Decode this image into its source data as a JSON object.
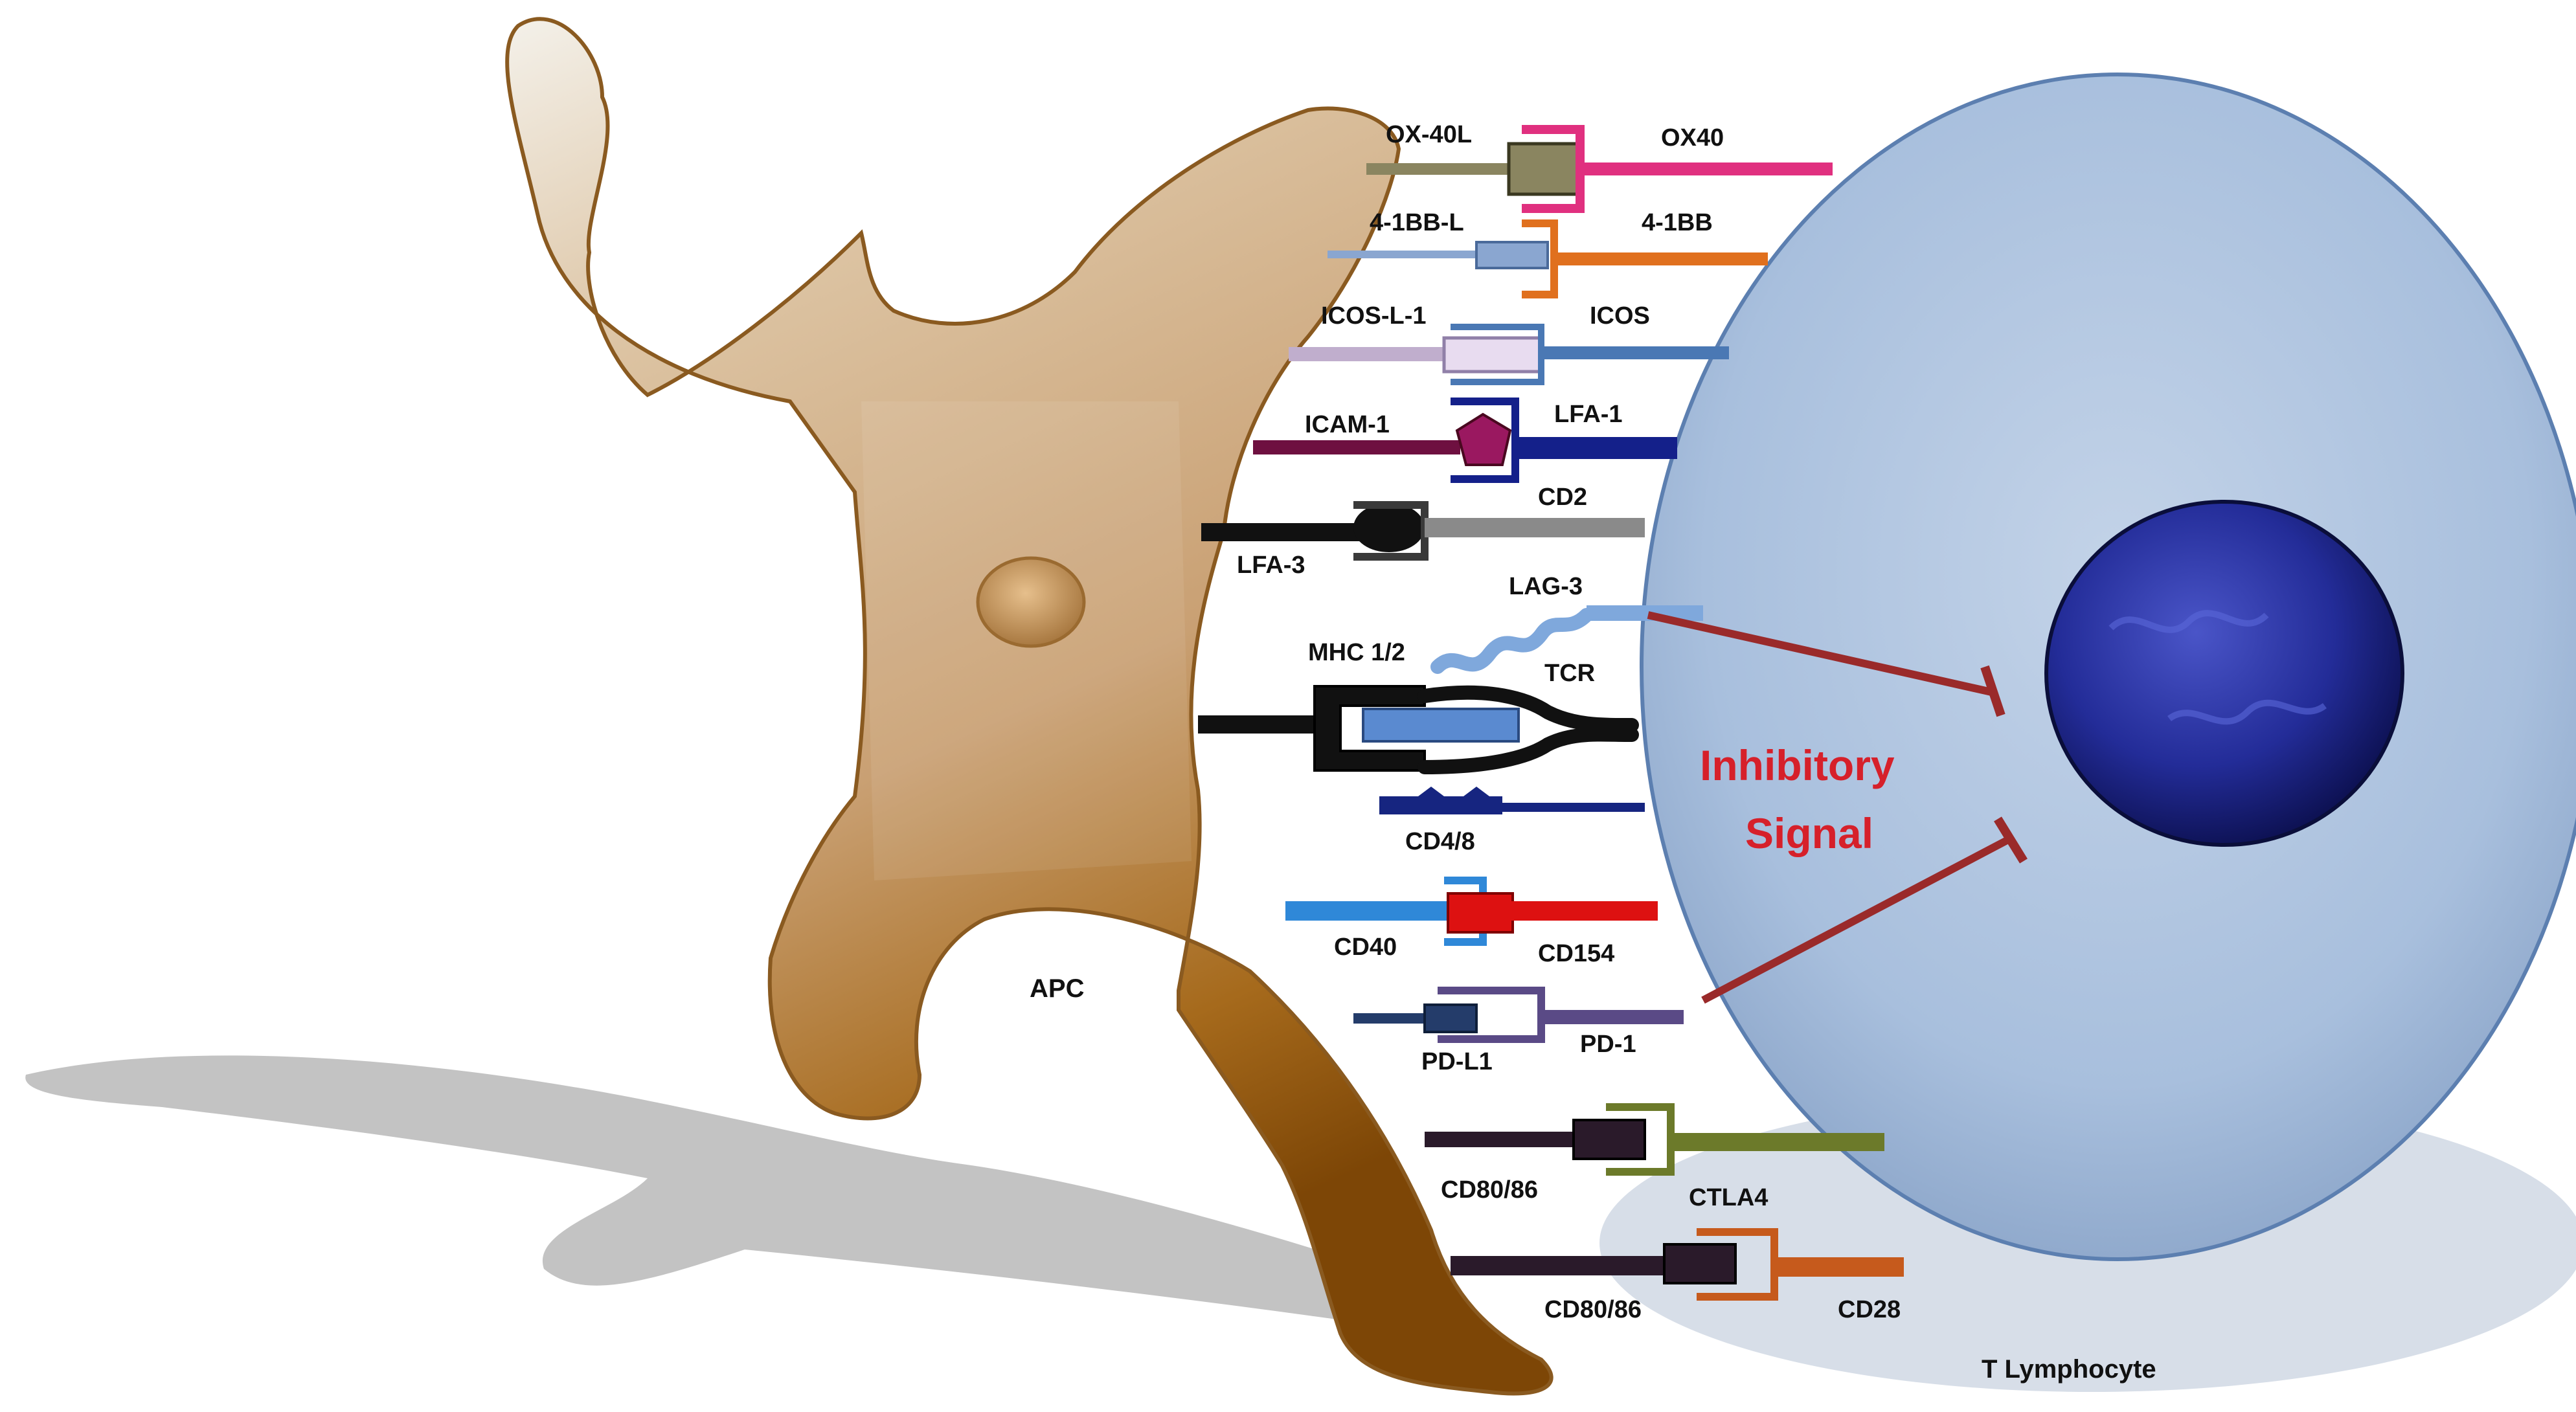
{
  "cells": {
    "apc_label": "APC",
    "t_cell_label": "T Lymphocyte"
  },
  "inhibitory": {
    "line1": "Inhibitory",
    "line2": "Signal",
    "color": "#d6202a"
  },
  "pairs": [
    {
      "ligand": "OX-40L",
      "receptor": "OX40",
      "receptor_color": "#e0307f",
      "ligand_color": "#8a8560"
    },
    {
      "ligand": "4-1BB-L",
      "receptor": "4-1BB",
      "receptor_color": "#e0701e",
      "ligand_color": "#8aa6d0"
    },
    {
      "ligand": "ICOS-L-1",
      "receptor": "ICOS",
      "receptor_color": "#4a78b4",
      "ligand_color": "#c0aecd"
    },
    {
      "ligand": "ICAM-1",
      "receptor": "LFA-1",
      "receptor_color": "#14208a",
      "ligand_color": "#6e1040"
    },
    {
      "ligand": "LFA-3",
      "receptor": "CD2",
      "receptor_color": "#8a8a8a",
      "ligand_color": "#111111"
    },
    {
      "ligand": "MHC 1/2",
      "receptor": "TCR",
      "receptor_color": "#111111",
      "ligand_color": "#111111"
    },
    {
      "extra_label": "LAG-3",
      "extra_color": "#7fa8dc"
    },
    {
      "extra_label": "CD4/8",
      "extra_color": "#162580"
    },
    {
      "ligand": "CD40",
      "receptor": "CD154",
      "receptor_color": "#dd1111",
      "ligand_color": "#2f88d8"
    },
    {
      "ligand": "PD-L1",
      "receptor": "PD-1",
      "receptor_color": "#5a4a86",
      "ligand_color": "#243c6a"
    },
    {
      "ligand": "CD80/86",
      "receptor": "CTLA4",
      "receptor_color": "#6c7a2a",
      "ligand_color": "#2a1a2a"
    },
    {
      "ligand": "CD80/86",
      "receptor": "CD28",
      "receptor_color": "#c65a1c",
      "ligand_color": "#2a1a2a"
    }
  ]
}
